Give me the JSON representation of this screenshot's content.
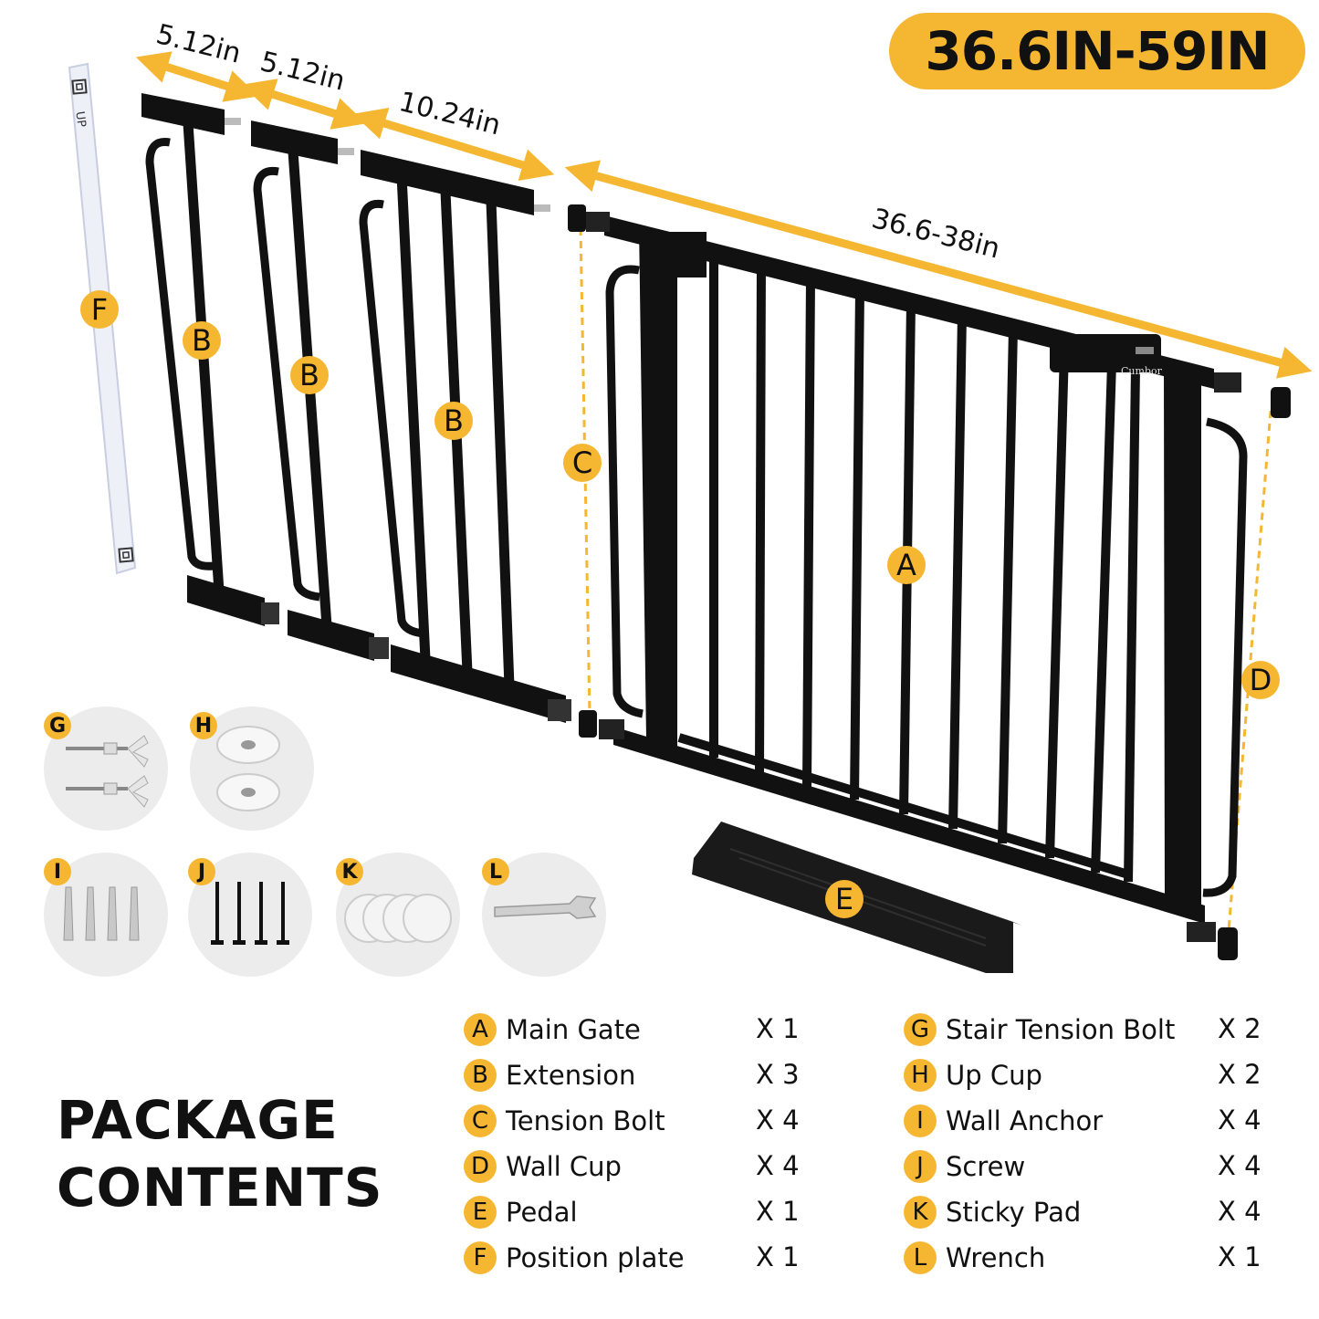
{
  "colors": {
    "accent": "#f5b731",
    "gate": "#111111",
    "accessory_bg": "#ececec",
    "plate": "#eef0f8"
  },
  "range_label": "36.6IN-59IN",
  "dimensions": {
    "ext1": "5.12in",
    "ext2": "5.12in",
    "ext3": "10.24in",
    "main": "36.6-38in"
  },
  "plate": {
    "text": "UP"
  },
  "brand": "Cumbor",
  "part_letters": {
    "A": "A",
    "B": "B",
    "C": "C",
    "D": "D",
    "E": "E",
    "F": "F"
  },
  "accessories": [
    {
      "letter": "G",
      "icon": "stair-tension-bolt-icon"
    },
    {
      "letter": "H",
      "icon": "up-cup-icon"
    },
    {
      "letter": "I",
      "icon": "wall-anchor-icon"
    },
    {
      "letter": "J",
      "icon": "screw-icon"
    },
    {
      "letter": "K",
      "icon": "sticky-pad-icon"
    },
    {
      "letter": "L",
      "icon": "wrench-icon"
    }
  ],
  "package": {
    "title_line1": "PACKAGE",
    "title_line2": "CONTENTS",
    "left": [
      {
        "letter": "A",
        "name": "Main Gate",
        "qty": "X 1"
      },
      {
        "letter": "B",
        "name": "Extension",
        "qty": "X 3"
      },
      {
        "letter": "C",
        "name": "Tension Bolt",
        "qty": "X 4"
      },
      {
        "letter": "D",
        "name": "Wall Cup",
        "qty": "X 4"
      },
      {
        "letter": "E",
        "name": "Pedal",
        "qty": "X 1"
      },
      {
        "letter": "F",
        "name": "Position plate",
        "qty": "X 1"
      }
    ],
    "right": [
      {
        "letter": "G",
        "name": "Stair Tension Bolt",
        "qty": "X 2"
      },
      {
        "letter": "H",
        "name": "Up Cup",
        "qty": "X 2"
      },
      {
        "letter": "I",
        "name": "Wall Anchor",
        "qty": "X 4"
      },
      {
        "letter": "J",
        "name": "Screw",
        "qty": "X 4"
      },
      {
        "letter": "K",
        "name": "Sticky Pad",
        "qty": "X 4"
      },
      {
        "letter": "L",
        "name": "Wrench",
        "qty": "X 1"
      }
    ]
  }
}
